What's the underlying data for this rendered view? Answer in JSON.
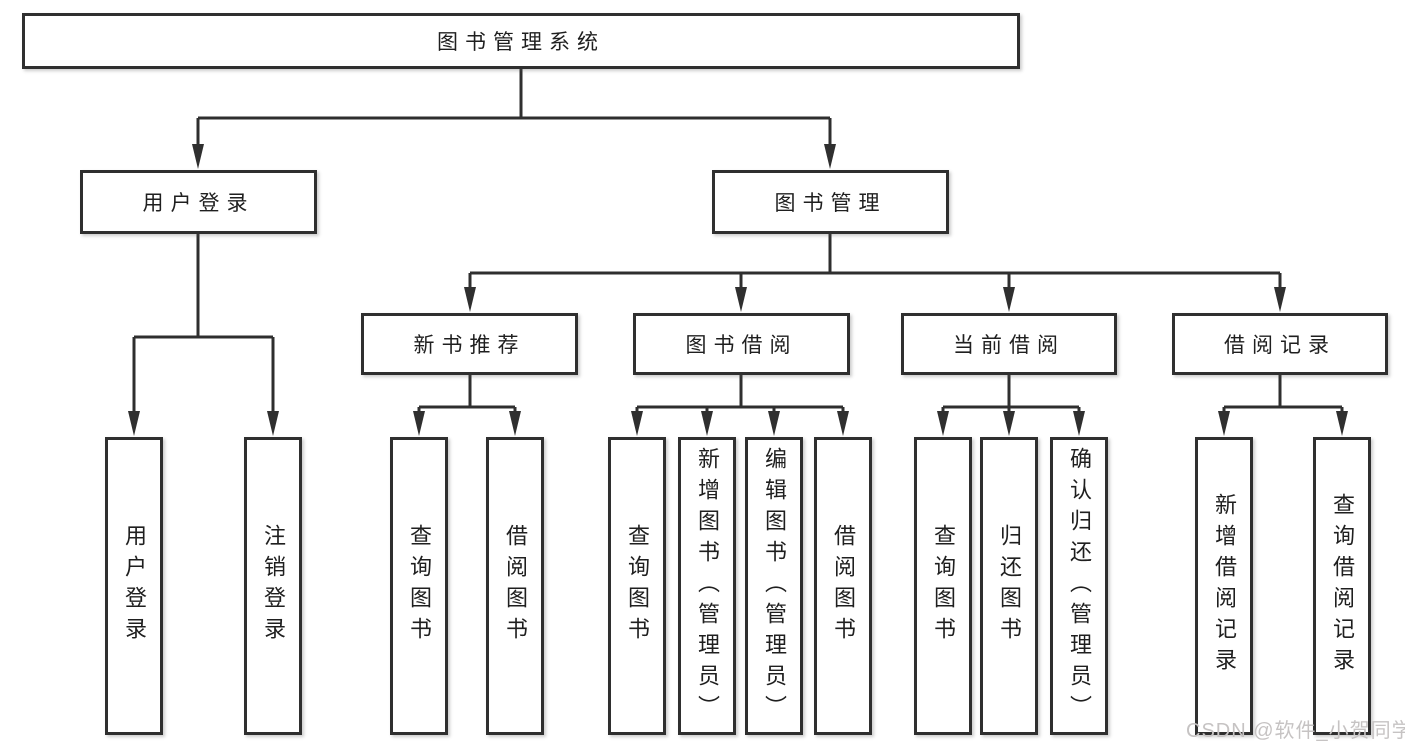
{
  "colors": {
    "line": "#2f2f2f",
    "box_border": "#2f2f2f",
    "text": "#1f1f1f",
    "watermark": "#c6c3c3",
    "background": "#ffffff"
  },
  "watermark": {
    "text": "CSDN @软件_小贺同学"
  },
  "tree": {
    "root": "图书管理系统",
    "branches": [
      {
        "label": "用户登录",
        "children": [
          "用户登录",
          "注销登录"
        ]
      },
      {
        "label": "图书管理",
        "groups": [
          {
            "label": "新书推荐",
            "children": [
              "查询图书",
              "借阅图书"
            ]
          },
          {
            "label": "图书借阅",
            "children": [
              "查询图书",
              "新增图书（管理员）",
              "编辑图书（管理员）",
              "借阅图书"
            ]
          },
          {
            "label": "当前借阅",
            "children": [
              "查询图书",
              "归还图书",
              "确认归还（管理员）"
            ]
          },
          {
            "label": "借阅记录",
            "children": [
              "新增借阅记录",
              "查询借阅记录"
            ]
          }
        ]
      }
    ]
  }
}
